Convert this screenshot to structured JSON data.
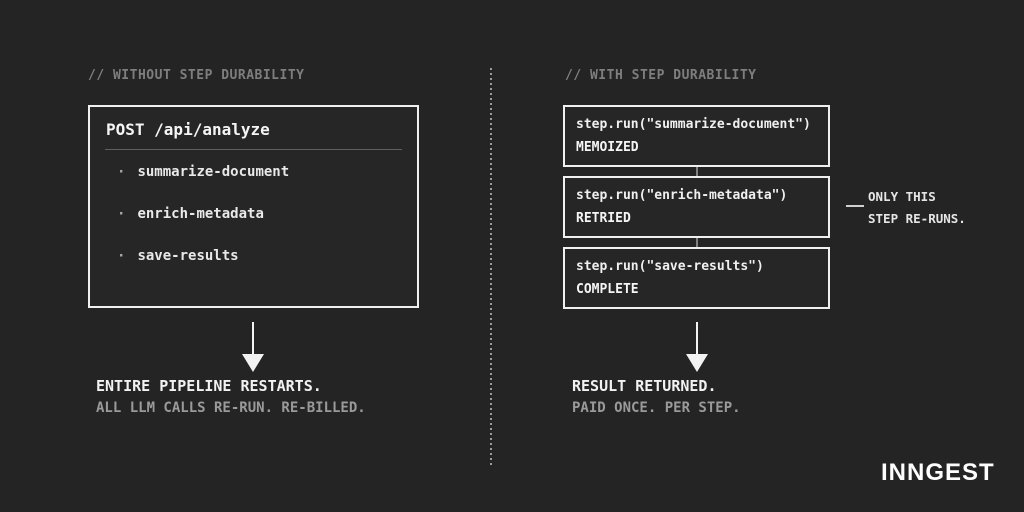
{
  "colors": {
    "background": "#242424",
    "box_border": "#f0f0f0",
    "text_primary": "#f2f2f2",
    "text_muted": "#9a9a9a",
    "header_gray": "#7e7e7e"
  },
  "left": {
    "header": "// WITHOUT STEP DURABILITY",
    "box": {
      "title": "POST /api/analyze",
      "bullet": "·",
      "steps": [
        "summarize-document",
        "enrich-metadata",
        "save-results"
      ]
    },
    "result_line1": "ENTIRE PIPELINE RESTARTS.",
    "result_line2": "ALL LLM CALLS RE-RUN. RE-BILLED."
  },
  "right": {
    "header": "// WITH STEP DURABILITY",
    "boxes": [
      {
        "code": "step.run(\"summarize-document\")",
        "status": "MEMOIZED"
      },
      {
        "code": "step.run(\"enrich-metadata\")",
        "status": "RETRIED"
      },
      {
        "code": "step.run(\"save-results\")",
        "status": "COMPLETE"
      }
    ],
    "annotation_line1": "ONLY THIS",
    "annotation_line2": "STEP RE-RUNS.",
    "result_line1": "RESULT RETURNED.",
    "result_line2": "PAID ONCE. PER STEP."
  },
  "footer": {
    "logo": "INNGEST"
  }
}
